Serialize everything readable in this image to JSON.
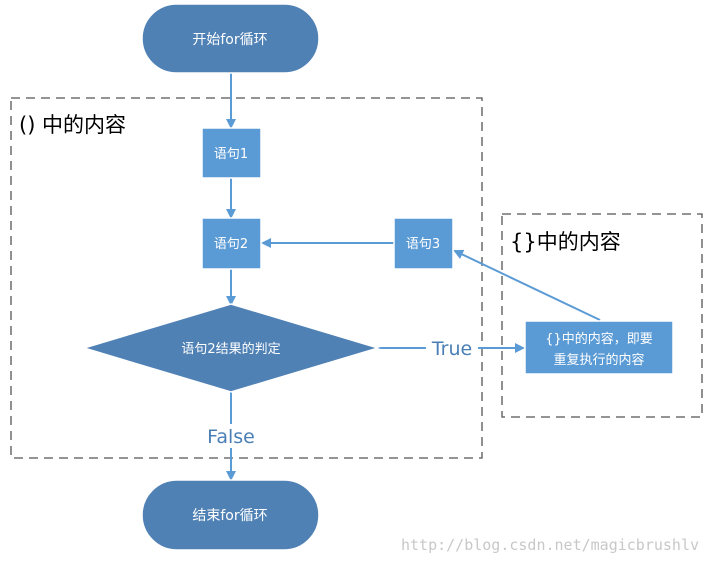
{
  "nodes": {
    "start": "开始for循环",
    "stmt1": "语句1",
    "stmt2": "语句2",
    "stmt3": "语句3",
    "decision": "语句2结果的判定",
    "body_line1": "{}中的内容，即要",
    "body_line2": "重复执行的内容",
    "end": "结束for循环"
  },
  "groups": {
    "paren_title": "() 中的内容",
    "brace_title": "{}中的内容"
  },
  "edges": {
    "true_label": "True",
    "false_label": "False"
  },
  "watermark": "http://blog.csdn.net/magicbrushlv",
  "colors": {
    "node_fill": "#5b9bd5",
    "node_fill_dark": "#4f81b5",
    "node_stroke": "#ffffff",
    "arrow": "#5b9bd5",
    "label_text": "#4a7fb5",
    "group_border": "#555555"
  }
}
